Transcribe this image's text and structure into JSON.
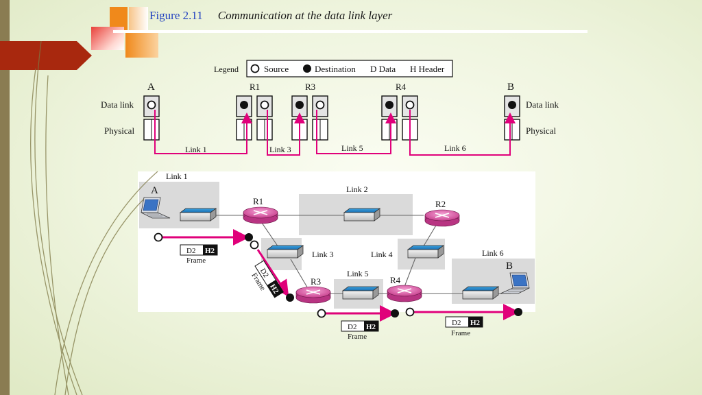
{
  "figure": {
    "number": "Figure 2.11",
    "caption": "Communication at the data link layer"
  },
  "legend": {
    "title": "Legend",
    "source": "Source",
    "destination": "Destination",
    "d_data": "D Data",
    "h_header": "H Header"
  },
  "layer_view": {
    "nodes": {
      "a": "A",
      "r1": "R1",
      "r3": "R3",
      "r4": "R4",
      "b": "B"
    },
    "layers": {
      "data_link_left": "Data link",
      "physical_left": "Physical",
      "data_link_right": "Data link",
      "physical_right": "Physical"
    },
    "links": {
      "link1": "Link 1",
      "link3": "Link 3",
      "link5": "Link 5",
      "link6": "Link 6"
    }
  },
  "network_view": {
    "links": {
      "link1": "Link 1",
      "link2": "Link 2",
      "link3": "Link 3",
      "link4": "Link 4",
      "link5": "Link 5",
      "link6": "Link 6"
    },
    "nodes": {
      "a": "A",
      "b": "B",
      "r1": "R1",
      "r2": "R2",
      "r3": "R3",
      "r4": "R4"
    },
    "frame": {
      "data": "D2",
      "header": "H2",
      "label": "Frame"
    }
  },
  "colors": {
    "path": "#e0007a",
    "title_number": "#1f3fbf",
    "accent_orange": "#f08a1c",
    "accent_red": "#a8280e"
  }
}
